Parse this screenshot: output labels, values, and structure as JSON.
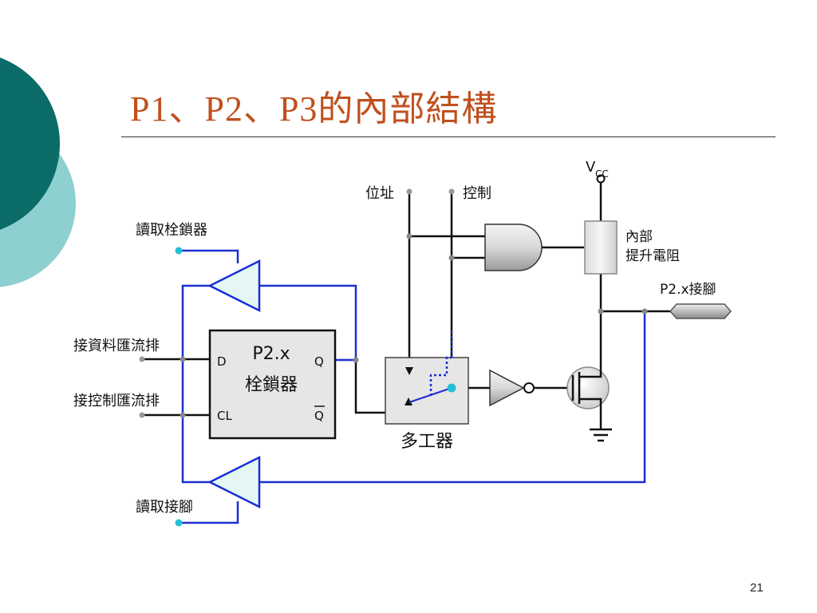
{
  "slide": {
    "title": "P1、P2、P3的內部結構",
    "page_number": "21"
  },
  "diagram": {
    "labels": {
      "read_latch": "讀取栓鎖器",
      "internal_bus": "接資料匯流排",
      "control_bus": "接控制匯流排",
      "read_pin": "讀取接腳",
      "latch_name": "P2.x",
      "latch_sub": "栓鎖器",
      "pin_d": "D",
      "pin_cl": "CL",
      "pin_q": "Q",
      "pin_qbar": "Q",
      "address": "位址",
      "control": "控制",
      "mux": "多工器",
      "vcc": "V",
      "vcc_sub": "CC",
      "pullup_1": "內部",
      "pullup_2": "提升電阻",
      "port_pin": "P2.x接腳"
    },
    "colors": {
      "wire": "#111111",
      "bus": "#1a2fd0",
      "buffer_fill": "#e4f7f5",
      "node": "#22c0d8",
      "title": "#c0501e",
      "teal_dark": "#0b6b67",
      "teal_light": "#8ecfcf"
    }
  }
}
